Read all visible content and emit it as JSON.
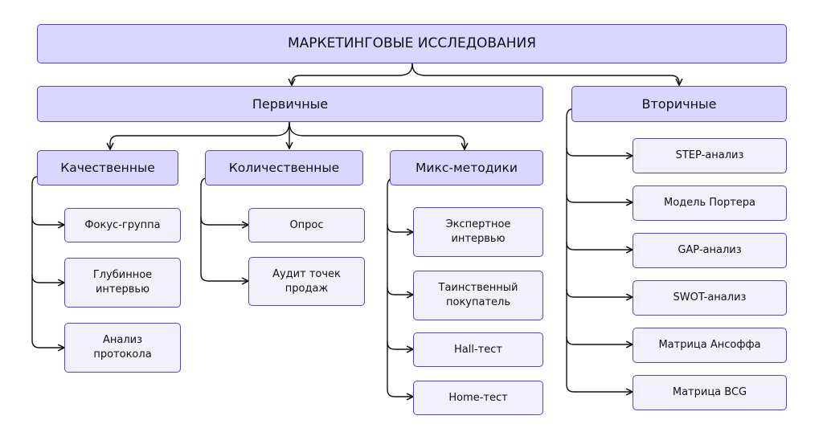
{
  "root": {
    "label": "МАРКЕТИНГОВЫЕ ИССЛЕДОВАНИЯ"
  },
  "primary": {
    "label": "Первичные",
    "groups": [
      {
        "label": "Качественные",
        "items": [
          "Фокус-группа",
          "Глубинное\nинтервью",
          "Анализ\nпротокола"
        ]
      },
      {
        "label": "Количественные",
        "items": [
          "Опрос",
          "Аудит точек\nпродаж"
        ]
      },
      {
        "label": "Микс-методики",
        "items": [
          "Экспертное\nинтервью",
          "Таинственный\nпокупатель",
          "Hall-тест",
          "Home-тест"
        ]
      }
    ]
  },
  "secondary": {
    "label": "Вторичные",
    "items": [
      "STEP-анализ",
      "Модель Портера",
      "GAP-анализ",
      "SWOT-анализ",
      "Матрица Ансоффа",
      "Матрица BCG"
    ]
  },
  "colors": {
    "header_fill": "#d9d6ff",
    "leaf_fill": "#f1f0fb",
    "border": "#5b3fd6",
    "connector": "#111111"
  }
}
